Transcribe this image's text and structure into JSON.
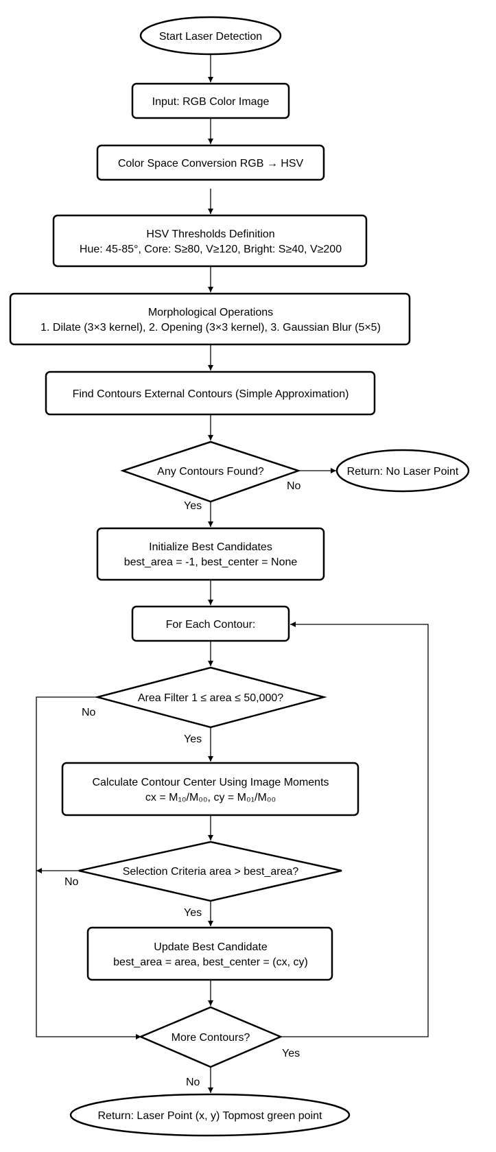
{
  "nodes": {
    "start": {
      "lines": [
        "Start Laser Detection"
      ]
    },
    "input": {
      "lines": [
        "Input: RGB Color Image"
      ]
    },
    "convert": {
      "lines": [
        "Color Space Conversion RGB → HSV"
      ]
    },
    "thresholds": {
      "lines": [
        "HSV Thresholds Definition",
        "Hue: 45-85°, Core: S≥80, V≥120, Bright: S≥40, V≥200"
      ]
    },
    "morph": {
      "lines": [
        "Morphological Operations",
        "1. Dilate (3×3 kernel), 2. Opening (3×3 kernel), 3. Gaussian Blur (5×5)"
      ]
    },
    "contours": {
      "lines": [
        "Find Contours External Contours (Simple Approximation)"
      ]
    },
    "any_found": {
      "lines": [
        "Any Contours Found?"
      ]
    },
    "no_laser": {
      "lines": [
        "Return: No Laser Point"
      ]
    },
    "init": {
      "lines": [
        "Initialize Best Candidates",
        "best_area = -1, best_center = None"
      ]
    },
    "for_each": {
      "lines": [
        "For Each Contour:"
      ]
    },
    "area_filter": {
      "lines": [
        "Area Filter 1 ≤ area ≤ 50,000?"
      ]
    },
    "calc_center": {
      "lines": [
        "Calculate Contour Center Using Image Moments",
        "cx = M₁₀/M₀₀, cy = M₀₁/M₀₀"
      ]
    },
    "selection": {
      "lines": [
        "Selection Criteria area > best_area?"
      ]
    },
    "update": {
      "lines": [
        "Update Best Candidate",
        "best_area = area, best_center = (cx, cy)"
      ]
    },
    "more": {
      "lines": [
        "More Contours?"
      ]
    },
    "return_point": {
      "lines": [
        "Return: Laser Point (x, y) Topmost green point"
      ]
    }
  },
  "edge_labels": {
    "any_no": "No",
    "any_yes": "Yes",
    "area_no": "No",
    "area_yes": "Yes",
    "sel_no": "No",
    "sel_yes": "Yes",
    "more_yes": "Yes",
    "more_no": "No"
  }
}
